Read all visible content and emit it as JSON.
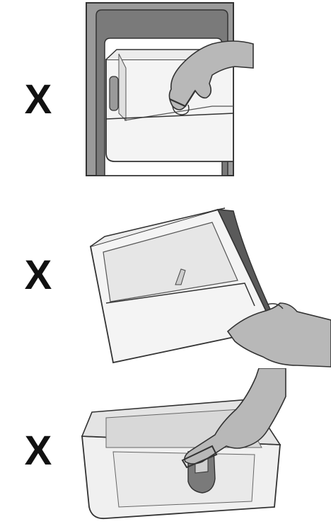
{
  "panels": [
    {
      "marker": "X",
      "illustration": "hand-lifting-door-bin-inside-fridge-door"
    },
    {
      "marker": "X",
      "illustration": "hand-holding-tilted-door-bin"
    },
    {
      "marker": "X",
      "illustration": "hand-pulling-tab-inside-bin"
    }
  ],
  "colors": {
    "marker": "#111111",
    "line": "#333333",
    "door_gray": "#9a9a9a",
    "door_dark": "#5a5a5a",
    "bin_fill": "#f2f2f2",
    "bin_tint": "#d9d9d9",
    "hand": "#b8b8b8",
    "hand_shadow": "#8c8c8c"
  }
}
